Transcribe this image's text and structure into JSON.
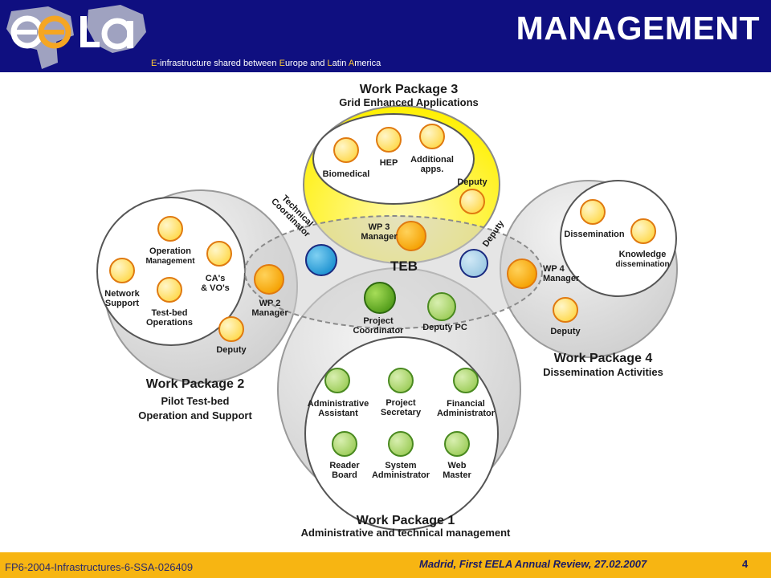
{
  "header": {
    "title": "MANAGEMENT",
    "tagline": {
      "parts": [
        {
          "text": "E",
          "hl": true
        },
        {
          "text": "-infrastructure shared between ",
          "hl": false
        },
        {
          "text": "E",
          "hl": true
        },
        {
          "text": "urope and ",
          "hl": false
        },
        {
          "text": "L",
          "hl": true
        },
        {
          "text": "atin ",
          "hl": false
        },
        {
          "text": "A",
          "hl": true
        },
        {
          "text": "merica",
          "hl": false
        }
      ]
    },
    "logo_text": "ee la"
  },
  "diagram": {
    "wp3": {
      "title": "Work Package 3",
      "subtitle": "Grid Enhanced Applications",
      "members": [
        "Biomedical",
        "HEP",
        "Additional apps.",
        "Deputy"
      ],
      "manager": "WP 3 Manager"
    },
    "wp2": {
      "title": "Work Package 2",
      "subtitle1": "Pilot Test-bed",
      "subtitle2": "Operation and Support",
      "members": [
        "Operation Management",
        "CA's & VO's",
        "Network Support",
        "Test-bed Operations",
        "Deputy"
      ],
      "manager": "WP 2 Manager"
    },
    "wp4": {
      "title": "Work Package 4",
      "subtitle": "Dissemination Activities",
      "members": [
        "Dissemination",
        "Knowledge dissemination",
        "Deputy"
      ],
      "manager": "WP 4 Manager"
    },
    "wp1": {
      "title": "Work Package 1",
      "subtitle": "Administrative and technical management",
      "members": [
        "Administrative Assistant",
        "Project Secretary",
        "Financial Administrator",
        "Reader Board",
        "System Administrator",
        "Web Master"
      ]
    },
    "teb": {
      "label": "TEB",
      "technical_coordinator": "Technical Coordinator",
      "deputy": "Deputy",
      "project_coordinator": "Project Coordinator",
      "deputy_pc": "Deputy PC"
    }
  },
  "footer": {
    "left": "FP6-2004-Infrastructures-6-SSA-026409",
    "center": "Madrid, First  EELA Annual Review, 27.02.2007",
    "page": "4"
  }
}
